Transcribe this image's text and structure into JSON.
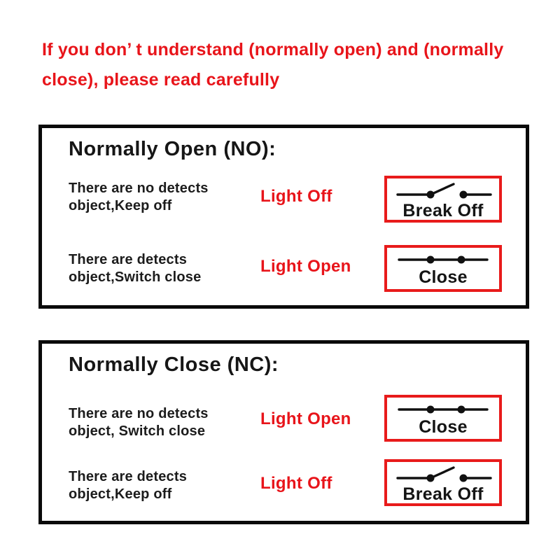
{
  "colors": {
    "accent_red": "#e8141a",
    "border_black": "#0a0a0a",
    "text_black": "#161616"
  },
  "heading": {
    "lines": [
      "If you don’ t understand (normally open) and (normally",
      "close), please read carefully"
    ]
  },
  "sections": [
    {
      "title": "Normally Open (NO):",
      "rows": [
        {
          "description_lines": [
            "There are no detects",
            "object,Keep off"
          ],
          "light_label": "Light Off",
          "switch_state": "open",
          "switch_label": "Break Off"
        },
        {
          "description_lines": [
            "There are detects",
            "object,Switch close"
          ],
          "light_label": "Light Open",
          "switch_state": "closed",
          "switch_label": "Close"
        }
      ]
    },
    {
      "title": "Normally Close (NC):",
      "rows": [
        {
          "description_lines": [
            "There are no detects",
            "object, Switch close"
          ],
          "light_label": "Light Open",
          "switch_state": "closed",
          "switch_label": "Close"
        },
        {
          "description_lines": [
            "There are detects",
            "object,Keep off"
          ],
          "light_label": "Light Off",
          "switch_state": "open",
          "switch_label": "Break Off"
        }
      ]
    }
  ]
}
